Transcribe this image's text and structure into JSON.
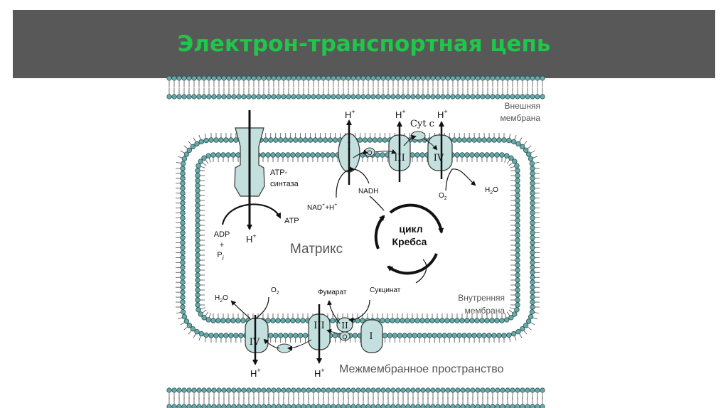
{
  "title": "Электрон-транспортная цепь",
  "colors": {
    "title_bar": "#585858",
    "title_text": "#1fc64a",
    "lipid_head": "#68aaa9",
    "protein": "#c3e0df"
  },
  "labels": {
    "outer_membrane": [
      "Внешняя",
      "мембрана"
    ],
    "inner_membrane": [
      "Внутренняя",
      "мембрана"
    ],
    "matrix": "Матрикс",
    "intermembrane_space": "Межмембранное пространство",
    "atp_synthase": [
      "ATP-",
      "синтаза"
    ],
    "atp": "ATP",
    "adp": "ADP",
    "plus": "+",
    "pi": "P",
    "pi_sub": "i",
    "proton": "H",
    "proton_sup": "+",
    "nad": "NAD",
    "nad_rest": "+H",
    "nadh": "NADH",
    "krebs": [
      "цикл",
      "Кребса"
    ],
    "fumarate": "Фумарат",
    "succinate": "Сукцинат",
    "cyt_c": "Cyt c",
    "water": "H",
    "water_sub": "2",
    "water_end": "O",
    "oxygen": "O",
    "oxygen_sub": "2",
    "q": "Q"
  },
  "complexes": {
    "c1": "I",
    "c2": "II",
    "c3": "III",
    "c4": "IV"
  }
}
